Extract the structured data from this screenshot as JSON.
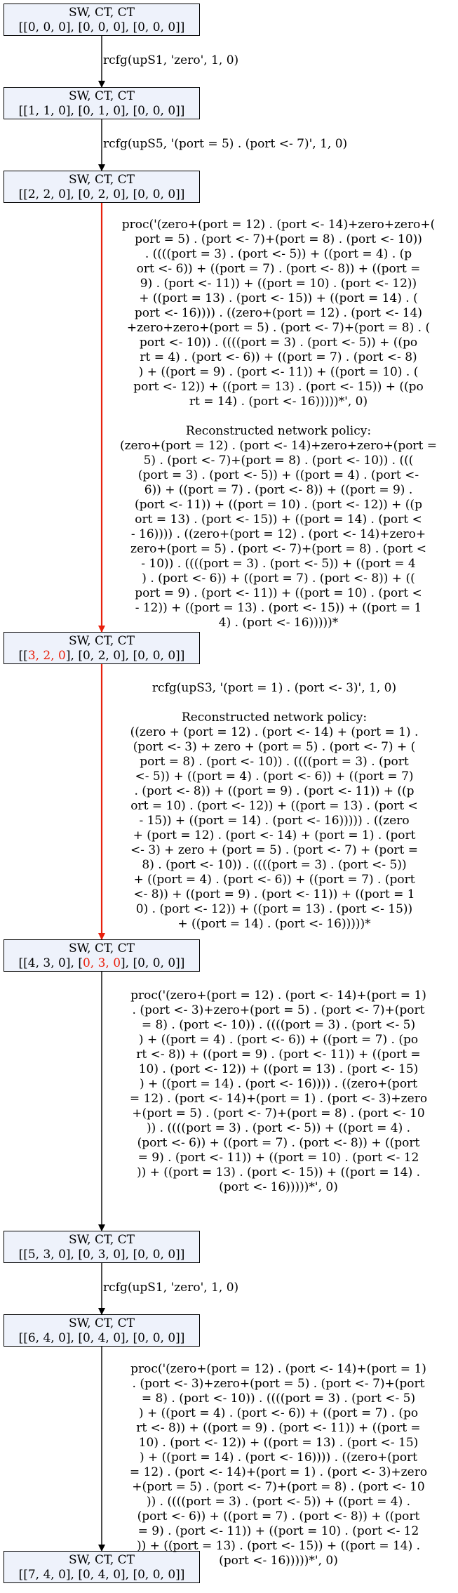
{
  "nodes": [
    {
      "l1": "SW, CT, CT",
      "l2": "[[0, 0, 0], [0, 0, 0], [0, 0, 0]]"
    },
    {
      "l1": "SW, CT, CT",
      "l2": "[[1, 1, 0], [0, 1, 0], [0, 0, 0]]"
    },
    {
      "l1": "SW, CT, CT",
      "l2": "[[2, 2, 0], [0, 2, 0], [0, 0, 0]]"
    },
    {
      "l1": "SW, CT, CT",
      "l2_pre": "[[",
      "l2_red": "3, 2, 0",
      "l2_post": "], [0, 2, 0], [0, 0, 0]]"
    },
    {
      "l1": "SW, CT, CT",
      "l2_pre": "[[4, 3, 0], [",
      "l2_red": "0, 3, 0",
      "l2_post": "], [0, 0, 0]]"
    },
    {
      "l1": "SW, CT, CT",
      "l2": "[[5, 3, 0], [0, 3, 0], [0, 0, 0]]"
    },
    {
      "l1": "SW, CT, CT",
      "l2": "[[6, 4, 0], [0, 4, 0], [0, 0, 0]]"
    },
    {
      "l1": "SW, CT, CT",
      "l2": "[[7, 4, 0], [0, 4, 0], [0, 0, 0]]"
    }
  ],
  "edges": [
    {
      "label": "rcfg(upS1, 'zero', 1, 0)",
      "color": "#000000"
    },
    {
      "label": "rcfg(upS5, '(port = 5) . (port <- 7)', 1, 0)",
      "color": "#000000"
    },
    {
      "label": "proc('(zero+(port = 12) . (port <- 14)+zero+zero+(\nport = 5) . (port <- 7)+(port = 8) . (port <- 10))\n. ((((port = 3) . (port <- 5)) + ((port = 4) . (p\nort <- 6)) + ((port = 7) . (port <- 8)) + ((port =\n9) . (port <- 11)) + ((port = 10) . (port <- 12))\n+ ((port = 13) . (port <- 15)) + ((port = 14) . (\nport <- 16)))) . ((zero+(port = 12) . (port <- 14)\n+zero+zero+(port = 5) . (port <- 7)+(port = 8) . (\nport <- 10)) . ((((port = 3) . (port <- 5)) + ((po\nrt = 4) . (port <- 6)) + ((port = 7) . (port <- 8)\n) + ((port = 9) . (port <- 11)) + ((port = 10) . (\nport <- 12)) + ((port = 13) . (port <- 15)) + ((po\nrt = 14) . (port <- 16)))))*', 0)\n\nReconstructed network policy:\n(zero+(port = 12) . (port <- 14)+zero+zero+(port =\n5) . (port <- 7)+(port = 8) . (port <- 10)) . (((\n(port = 3) . (port <- 5)) + ((port = 4) . (port <-\n6)) + ((port = 7) . (port <- 8)) + ((port = 9) .\n(port <- 11)) + ((port = 10) . (port <- 12)) + ((p\nort = 13) . (port <- 15)) + ((port = 14) . (port <\n- 16)))) . ((zero+(port = 12) . (port <- 14)+zero+\nzero+(port = 5) . (port <- 7)+(port = 8) . (port <\n- 10)) . ((((port = 3) . (port <- 5)) + ((port = 4\n) . (port <- 6)) + ((port = 7) . (port <- 8)) + ((\nport = 9) . (port <- 11)) + ((port = 10) . (port <\n- 12)) + ((port = 13) . (port <- 15)) + ((port = 1\n4) . (port <- 16)))))*",
      "color": "#e8200c"
    },
    {
      "label": "rcfg(upS3, '(port = 1) . (port <- 3)', 1, 0)\n\nReconstructed network policy:\n((zero + (port = 12) . (port <- 14) + (port = 1) .\n(port <- 3) + zero + (port = 5) . (port <- 7) + (\nport = 8) . (port <- 10)) . ((((port = 3) . (port\n<- 5)) + ((port = 4) . (port <- 6)) + ((port = 7)\n. (port <- 8)) + ((port = 9) . (port <- 11)) + ((p\nort = 10) . (port <- 12)) + ((port = 13) . (port <\n- 15)) + ((port = 14) . (port <- 16))))) . ((zero\n+ (port = 12) . (port <- 14) + (port = 1) . (port\n<- 3) + zero + (port = 5) . (port <- 7) + (port =\n8) . (port <- 10)) . ((((port = 3) . (port <- 5))\n+ ((port = 4) . (port <- 6)) + ((port = 7) . (port\n<- 8)) + ((port = 9) . (port <- 11)) + ((port = 1\n0) . (port <- 12)) + ((port = 13) . (port <- 15))\n+ ((port = 14) . (port <- 16)))))*",
      "color": "#e8200c"
    },
    {
      "label": "proc('(zero+(port = 12) . (port <- 14)+(port = 1)\n. (port <- 3)+zero+(port = 5) . (port <- 7)+(port\n= 8) . (port <- 10)) . ((((port = 3) . (port <- 5)\n) + ((port = 4) . (port <- 6)) + ((port = 7) . (po\nrt <- 8)) + ((port = 9) . (port <- 11)) + ((port =\n10) . (port <- 12)) + ((port = 13) . (port <- 15)\n) + ((port = 14) . (port <- 16)))) . ((zero+(port\n= 12) . (port <- 14)+(port = 1) . (port <- 3)+zero\n+(port = 5) . (port <- 7)+(port = 8) . (port <- 10\n)) . ((((port = 3) . (port <- 5)) + ((port = 4) .\n(port <- 6)) + ((port = 7) . (port <- 8)) + ((port\n= 9) . (port <- 11)) + ((port = 10) . (port <- 12\n)) + ((port = 13) . (port <- 15)) + ((port = 14) .\n(port <- 16)))))*', 0)",
      "color": "#000000"
    },
    {
      "label": "rcfg(upS1, 'zero', 1, 0)",
      "color": "#000000"
    },
    {
      "label": "proc('(zero+(port = 12) . (port <- 14)+(port = 1)\n. (port <- 3)+zero+(port = 5) . (port <- 7)+(port\n= 8) . (port <- 10)) . ((((port = 3) . (port <- 5)\n) + ((port = 4) . (port <- 6)) + ((port = 7) . (po\nrt <- 8)) + ((port = 9) . (port <- 11)) + ((port =\n10) . (port <- 12)) + ((port = 13) . (port <- 15)\n) + ((port = 14) . (port <- 16)))) . ((zero+(port\n= 12) . (port <- 14)+(port = 1) . (port <- 3)+zero\n+(port = 5) . (port <- 7)+(port = 8) . (port <- 10\n)) . ((((port = 3) . (port <- 5)) + ((port = 4) .\n(port <- 6)) + ((port = 7) . (port <- 8)) + ((port\n= 9) . (port <- 11)) + ((port = 10) . (port <- 12\n)) + ((port = 13) . (port <- 15)) + ((port = 14) .\n(port <- 16)))))*', 0)",
      "color": "#000000"
    }
  ]
}
